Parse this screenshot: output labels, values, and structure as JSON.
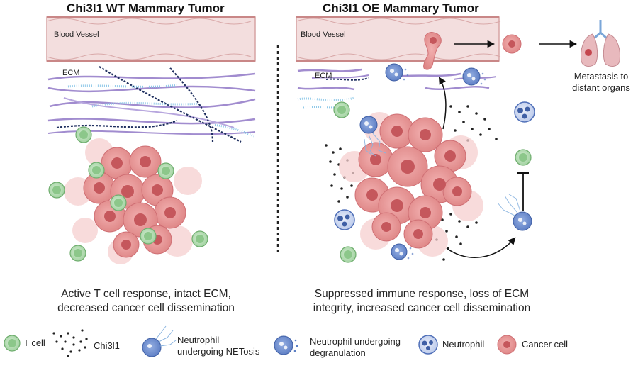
{
  "panels": {
    "left": {
      "title": "Chi3l1 WT Mammary Tumor",
      "blood_vessel_label": "Blood Vessel",
      "ecm_label": "ECM",
      "caption_line1": "Active T cell response, intact ECM,",
      "caption_line2": "decreased cancer cell dissemination"
    },
    "right": {
      "title": "Chi3l1 OE Mammary Tumor",
      "blood_vessel_label": "Blood Vessel",
      "ecm_label": "ECM",
      "metastasis_line1": "Metastasis to",
      "metastasis_line2": "distant organs",
      "caption_line1": "Suppressed immune response, loss of ECM",
      "caption_line2": "integrity, increased cancer cell dissemination"
    }
  },
  "legend": {
    "t_cell": "T cell",
    "chi3l1": "Chi3l1",
    "netosis_line1": "Neutrophil",
    "netosis_line2": "undergoing NETosis",
    "degranulation_line1": "Neutrophil undergoing",
    "degranulation_line2": "degranulation",
    "neutrophil": "Neutrophil",
    "cancer_cell": "Cancer cell"
  },
  "colors": {
    "vessel": "#f3dede",
    "vessel_border": "#d9a5a5",
    "cancer_cell": "#e58c8c",
    "cancer_nucleus": "#c5575c",
    "t_cell": "#a9d7a7",
    "t_cell_nucleus": "#6dbb6e",
    "neutrophil": "#5c7fc4",
    "ecm_purple": "#9a86c8",
    "ecm_navy": "#1f2f5f",
    "ecm_cyan": "#8ec8e8"
  }
}
